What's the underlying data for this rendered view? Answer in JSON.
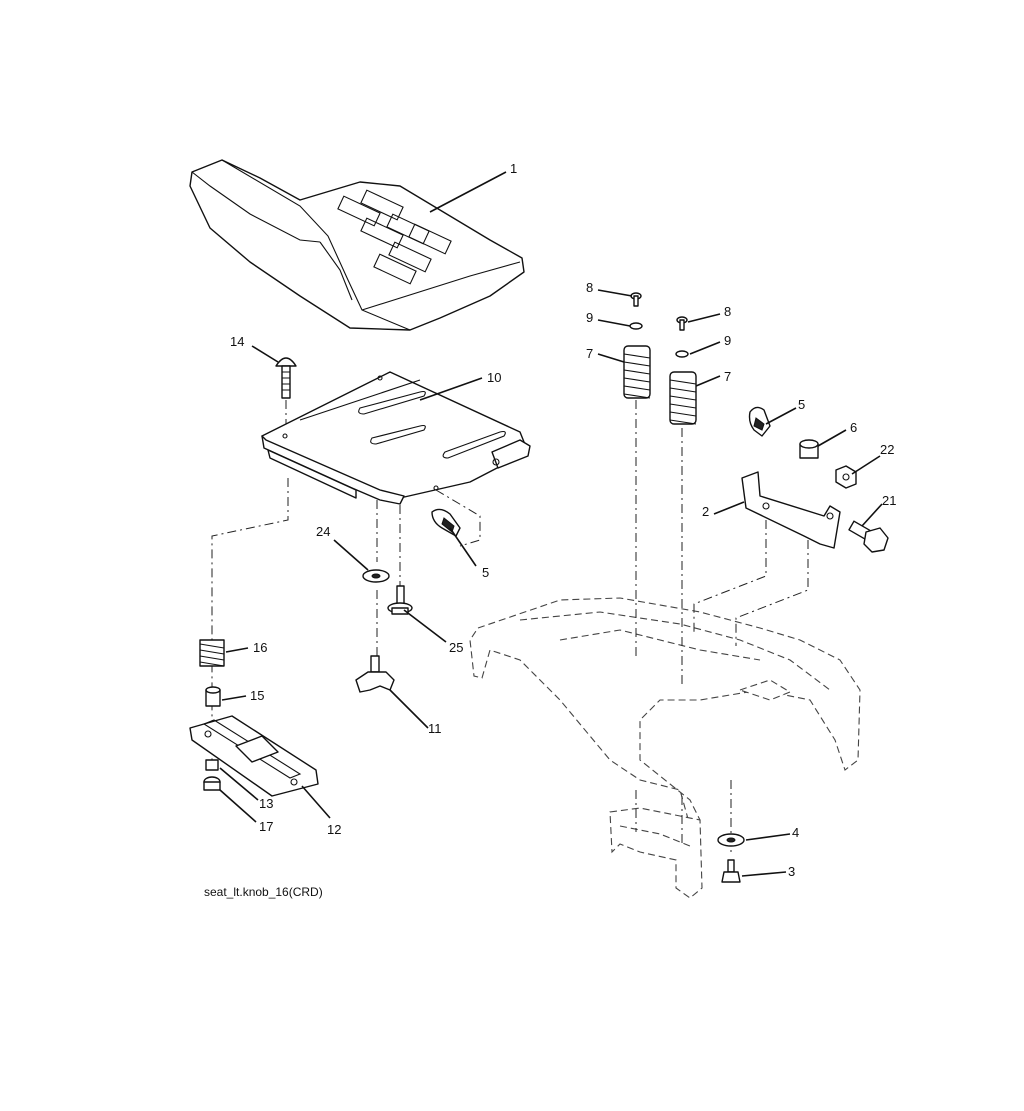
{
  "diagram": {
    "caption": "seat_lt.knob_16(CRD)",
    "callouts": {
      "seat": "1",
      "seat_pan": "10",
      "carriage_bolt": "14",
      "clip_left": "5",
      "washer_24": "24",
      "bolt_25": "25",
      "spring_16": "16",
      "spacer_15": "15",
      "knob": "11",
      "slide_plate": "12",
      "nut_13": "13",
      "washer_17": "17",
      "screw_left": "8",
      "washer_left": "9",
      "spring_left": "7",
      "screw_right": "8",
      "washer_right": "9",
      "spring_right": "7",
      "clip_right": "5",
      "bushing": "6",
      "nut_22": "22",
      "bracket": "2",
      "shoulder_bolt": "21",
      "washer_4": "4",
      "bolt_3": "3"
    }
  }
}
